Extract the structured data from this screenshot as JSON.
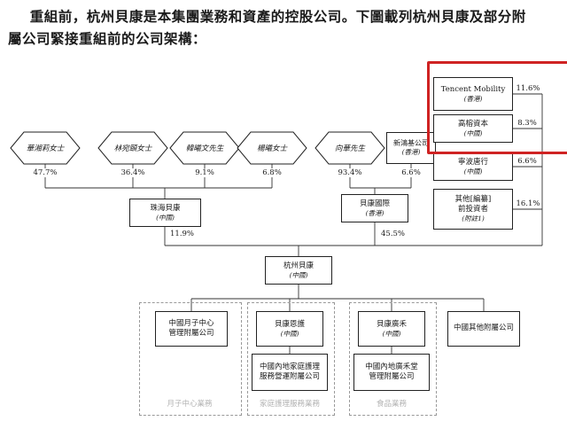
{
  "intro": {
    "line1": "重組前，杭州貝康是本集團業務和資產的控股公司。下圖載列杭州貝康及部分附",
    "line2": "屬公司緊接重組前的公司架構："
  },
  "diagram": {
    "shareholders": [
      {
        "name": "華湘莉女士",
        "pct": "47.7%"
      },
      {
        "name": "林宛頤女士",
        "pct": "36.4%"
      },
      {
        "name": "韓曦文先生",
        "pct": "9.1%"
      },
      {
        "name": "楊曦女士",
        "pct": "6.8%"
      },
      {
        "name": "向華先生",
        "pct": "93.4%"
      }
    ],
    "shk": {
      "line1": "新鴻基公司",
      "line2": "(香港)",
      "pct": "6.6%"
    },
    "investors": [
      {
        "line1": "Tencent Mobility",
        "line2": "(香港)",
        "pct": "11.6%"
      },
      {
        "line1": "高榕資本",
        "line2": "(中國)",
        "pct": "8.3%"
      },
      {
        "line1": "寧波唐行",
        "line2": "(中國)",
        "pct": "6.6%"
      },
      {
        "line1": "其他[編纂]",
        "line2": "前投資者",
        "line3": "(附註1)",
        "pct": "16.1%"
      }
    ],
    "zhuhai": {
      "line1": "珠海貝康",
      "line2": "(中國)",
      "pct": "11.9%"
    },
    "beikang_intl": {
      "line1": "貝康國際",
      "line2": "(香港)",
      "pct": "45.5%"
    },
    "hangzhou": {
      "line1": "杭州貝康",
      "line2": "(中國)"
    },
    "subsidiaries": [
      {
        "line1": "中國月子中心",
        "line2": "管理附屬公司"
      },
      {
        "line1": "貝康恩護",
        "line2": "(中國)"
      },
      {
        "line1": "貝康廣禾",
        "line2": "(中國)"
      },
      {
        "line1": "中國其他附屬公司"
      }
    ],
    "sub_level2": [
      {
        "line1": "中國內地家庭護理",
        "line2": "服務營運附屬公司"
      },
      {
        "line1": "中國內地廣禾堂",
        "line2": "管理附屬公司"
      }
    ],
    "business_labels": [
      "月子中心業務",
      "家庭護理服務業務",
      "食品業務"
    ],
    "highlight_color": "#cf2323"
  }
}
